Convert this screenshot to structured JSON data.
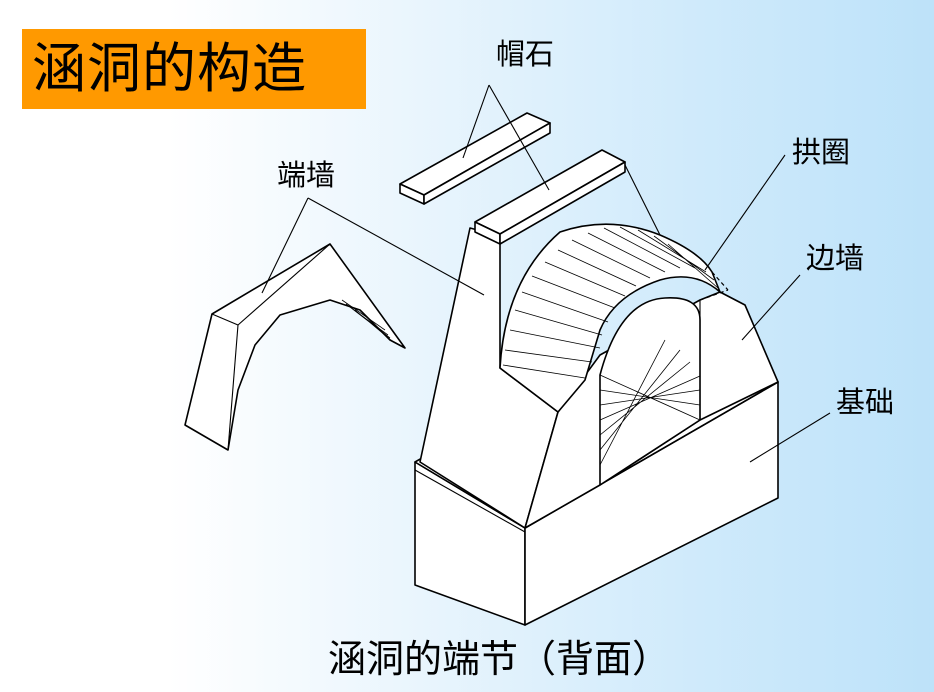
{
  "title": "涵洞的构造",
  "labels": {
    "cap_stone": "帽石",
    "end_wall": "端墙",
    "arch_ring": "拱圈",
    "side_wall": "边墙",
    "foundation": "基础"
  },
  "caption": "涵洞的端节（背面）",
  "colors": {
    "title_background": "#ff9900",
    "background_right": "#bde2f9",
    "line": "#000000"
  }
}
